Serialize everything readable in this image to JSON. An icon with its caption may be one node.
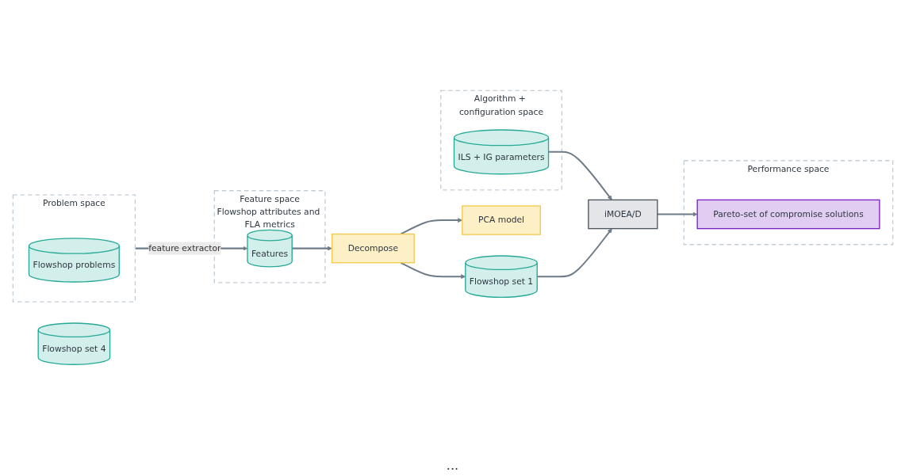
{
  "diagram": {
    "nodes": [
      {
        "text": [
          "Problem space"
        ]
      },
      {
        "text": [
          "Flowshop problems"
        ],
        "in": 0
      },
      {
        "text": [
          "Feature space",
          "Flowshop attributes and FLA metrics"
        ]
      },
      {
        "text": [
          "Features"
        ],
        "in": 2
      },
      {
        "text": [
          "Algorithm + configuration space"
        ]
      },
      {
        "text": [
          "ILS + IG parameters"
        ],
        "in": 4
      },
      {
        "text": [
          "iMOEA/D"
        ]
      },
      {
        "text": [
          "Performance space"
        ]
      },
      {
        "text": [
          "Pareto-set of compromise solutions"
        ],
        "in": 7
      },
      {
        "text": [
          "Decompose"
        ]
      },
      {
        "text": [
          "PCA model"
        ]
      },
      {
        "text": [
          "Flowshop set 1"
        ]
      },
      {
        "text": [
          "Flowshop set 4"
        ]
      }
    ],
    "edges": [
      {
        "from": 0,
        "to": 3,
        "arrow": "to",
        "label": "feature extractor"
      },
      {
        "from": 5,
        "to": 6,
        "arrow": "to"
      },
      {
        "from": 6,
        "to": 8,
        "arrow": "to"
      },
      {
        "from": 3,
        "to": 9,
        "arrow": "to"
      },
      {
        "from": 9,
        "to": 10,
        "arrow": "to"
      },
      {
        "from": 9,
        "to": 11,
        "arrow": "to"
      },
      {
        "from": 11,
        "to": 6,
        "arrow": "to"
      }
    ],
    "labels": [
      "..."
    ]
  }
}
